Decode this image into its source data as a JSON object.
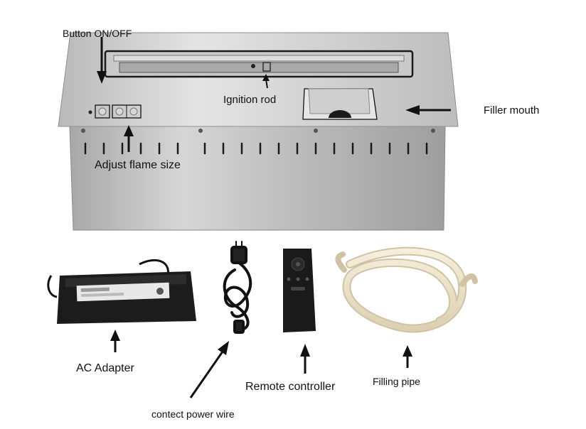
{
  "labels": {
    "button_on_off": "Button ON/OFF",
    "ignition_rod": "Ignition rod",
    "filler_mouth": "Filler mouth",
    "adjust_flame_size": "Adjust flame size",
    "ac_adapter": "AC Adapter",
    "remote_controller": "Remote controller",
    "filling_pipe": "Filling pipe",
    "power_wire": "contect power wire"
  },
  "colors": {
    "steel_light": "#d8d8d8",
    "steel_dark": "#9a9a9a",
    "adapter": "#1c1c1c",
    "pipe": "#efe6cf",
    "arrow": "#111111"
  }
}
